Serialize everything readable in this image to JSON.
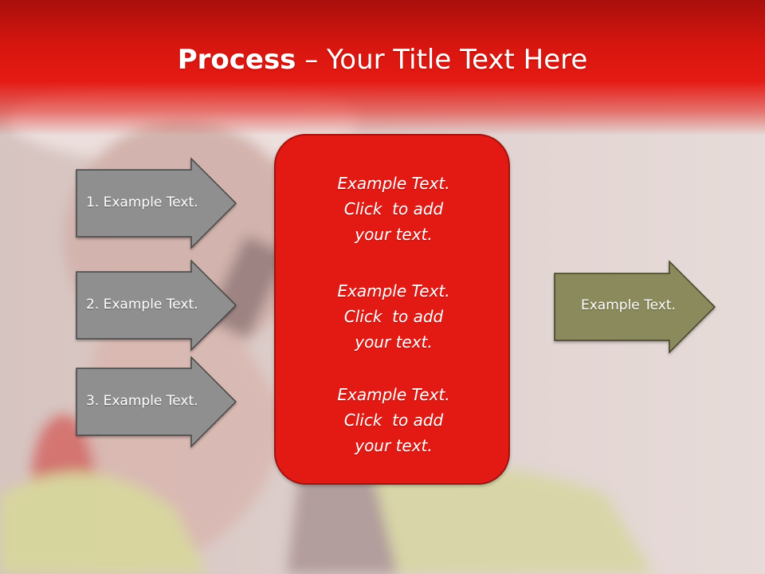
{
  "title": {
    "bold": "Process",
    "rest": " – Your Title Text Here"
  },
  "left_arrows": [
    {
      "label": "1. Example Text."
    },
    {
      "label": "2. Example Text."
    },
    {
      "label": "3. Example Text."
    }
  ],
  "center_box": {
    "paragraphs": [
      {
        "line1": "Example Text.",
        "line2": "Click  to add",
        "line3": "your text."
      },
      {
        "line1": "Example Text.",
        "line2": "Click  to add",
        "line3": "your text."
      },
      {
        "line1": "Example Text.",
        "line2": "Click  to add",
        "line3": "your text."
      }
    ]
  },
  "right_arrow": {
    "label": "Example Text."
  },
  "colors": {
    "title_band": "#e51a14",
    "center_box": "#e31a14",
    "grey_arrow": "#8f8f8f",
    "olive_arrow": "#8b8a5c"
  }
}
